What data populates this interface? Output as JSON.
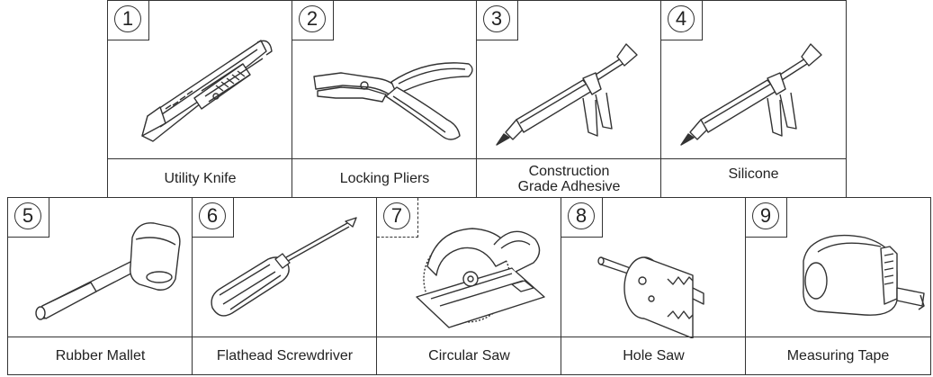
{
  "tools": [
    {
      "number": "1",
      "label": [
        "Utility Knife"
      ],
      "icon": "utility-knife-icon"
    },
    {
      "number": "2",
      "label": [
        "Locking Pliers"
      ],
      "icon": "locking-pliers-icon"
    },
    {
      "number": "3",
      "label": [
        "Construction",
        "Grade Adhesive"
      ],
      "icon": "caulk-gun-icon"
    },
    {
      "number": "4",
      "label": [
        "Silicone"
      ],
      "icon": "caulk-gun-icon"
    },
    {
      "number": "5",
      "label": [
        "Rubber Mallet"
      ],
      "icon": "rubber-mallet-icon"
    },
    {
      "number": "6",
      "label": [
        "Flathead Screwdriver"
      ],
      "icon": "screwdriver-icon"
    },
    {
      "number": "7",
      "label": [
        "Circular Saw"
      ],
      "icon": "circular-saw-icon"
    },
    {
      "number": "8",
      "label": [
        "Hole Saw"
      ],
      "icon": "hole-saw-icon"
    },
    {
      "number": "9",
      "label": [
        "Measuring Tape"
      ],
      "icon": "measuring-tape-icon"
    }
  ]
}
